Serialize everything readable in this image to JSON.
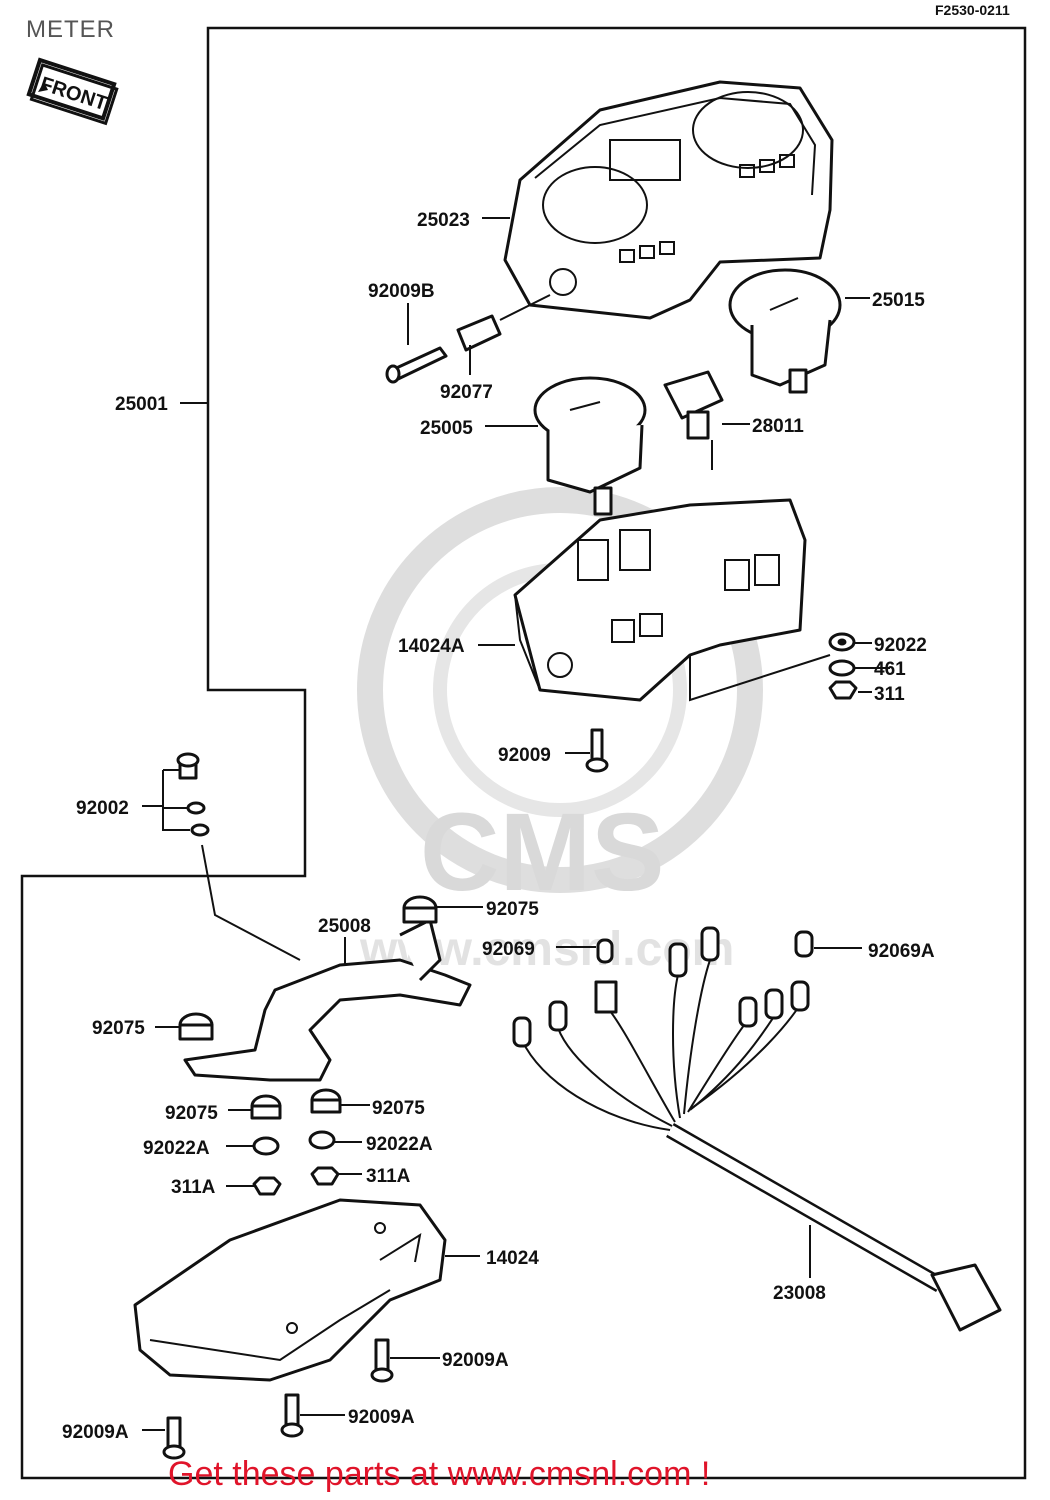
{
  "diagram": {
    "title": "METER",
    "code": "F2530-0211",
    "badge": "FRONT",
    "footer": "Get these parts at www.cmsnl.com !",
    "watermark": {
      "text1": "CMS",
      "text2": "www.cmsnl.com"
    },
    "labels": {
      "p25023": "25023",
      "p92009b": "92009B",
      "p25015": "25015",
      "p25001": "25001",
      "p92077": "92077",
      "p25005": "25005",
      "p28011": "28011",
      "p14024a": "14024A",
      "p92022": "92022",
      "p461": "461",
      "p311": "311",
      "p92009": "92009",
      "p92002": "92002",
      "p92075_top": "92075",
      "p25008": "25008",
      "p92069": "92069",
      "p92069a": "92069A",
      "p92075_left": "92075",
      "p92075_mid_left": "92075",
      "p92075_mid_right": "92075",
      "p92022a_left": "92022A",
      "p92022a_right": "92022A",
      "p311a_left": "311A",
      "p311a_right": "311A",
      "p14024": "14024",
      "p23008": "23008",
      "p92009a_right": "92009A",
      "p92009a_mid": "92009A",
      "p92009a_left": "92009A"
    }
  }
}
